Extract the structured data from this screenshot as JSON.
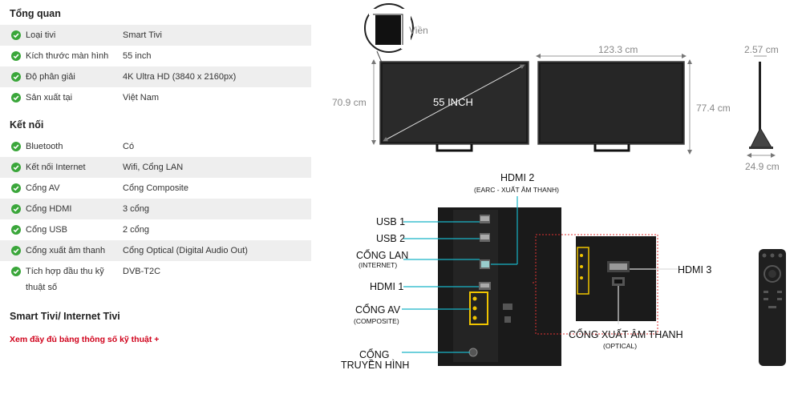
{
  "overview": {
    "title": "Tổng quan",
    "rows": [
      {
        "label": "Loại tivi",
        "value": "Smart Tivi"
      },
      {
        "label": "Kích thước màn hình",
        "value": "55 inch"
      },
      {
        "label": "Độ phân giải",
        "value": "4K Ultra HD (3840 x 2160px)"
      },
      {
        "label": "Sản xuất tại",
        "value": "Việt Nam"
      }
    ]
  },
  "connectivity": {
    "title": "Kết nối",
    "rows": [
      {
        "label": "Bluetooth",
        "value": "Có"
      },
      {
        "label": "Kết nối Internet",
        "value": "Wifi, Cổng LAN"
      },
      {
        "label": "Cổng AV",
        "value": "Cổng Composite"
      },
      {
        "label": "Cổng HDMI",
        "value": "3 cổng"
      },
      {
        "label": "Cổng USB",
        "value": "2 cổng"
      },
      {
        "label": "Cổng xuất âm thanh",
        "value": "Cổng Optical (Digital Audio Out)"
      },
      {
        "label": "Tích hợp đầu thu kỹ thuật số",
        "value": "DVB-T2C"
      }
    ]
  },
  "smart": {
    "title": "Smart Tivi/ Internet Tivi"
  },
  "full_specs_link": "Xem đầy đủ bảng thông số kỹ thuật +",
  "diagram": {
    "bezel_label": "Viền",
    "diagonal": "55 INCH",
    "height_with_stand": "70.9 cm",
    "width": "123.3 cm",
    "height_total": "77.4 cm",
    "depth_panel": "2.57 cm",
    "depth_stand": "24.9 cm",
    "ports": {
      "hdmi2": "HDMI 2",
      "hdmi2_sub": "(EARC - XUẤT ÂM THANH)",
      "usb1": "USB 1",
      "usb2": "USB 2",
      "lan": "CỔNG LAN",
      "lan_sub": "(INTERNET)",
      "hdmi1": "HDMI 1",
      "av": "CỔNG AV",
      "av_sub": "(COMPOSITE)",
      "antenna_1": "CỔNG",
      "antenna_2": "TRUYỀN HÌNH",
      "hdmi3": "HDMI 3",
      "optical": "CỔNG XUẤT ÂM THANH",
      "optical_sub": "(OPTICAL)"
    }
  },
  "colors": {
    "check": "#3aa63a",
    "link": "#d0021b",
    "callout": "#19b5c7",
    "zoom_frame": "#d33"
  }
}
